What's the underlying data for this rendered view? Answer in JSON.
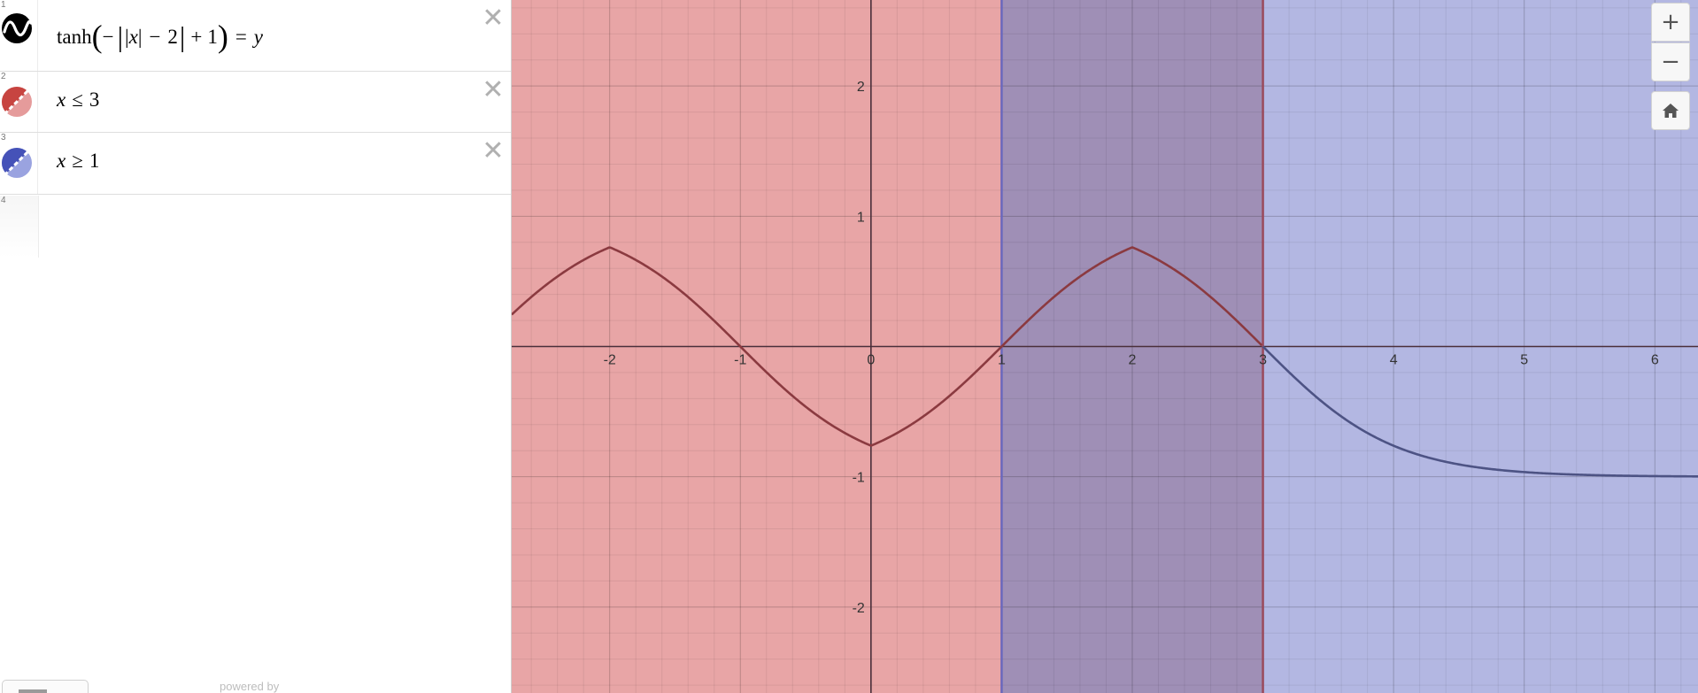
{
  "expressions": [
    {
      "index": "1",
      "latex_parts": [
        "tanh",
        "(",
        "−",
        "|",
        "|",
        "x",
        "|",
        "−",
        "2",
        "|",
        "+",
        "1",
        ")",
        "=",
        "y"
      ],
      "icon": "wave-graph-icon",
      "color": "#000000"
    },
    {
      "index": "2",
      "latex_parts": [
        "x",
        "≤",
        "3"
      ],
      "icon": "inequality-dashed-icon",
      "color": "#c74440"
    },
    {
      "index": "3",
      "latex_parts": [
        "x",
        "≥",
        "1"
      ],
      "icon": "inequality-dashed-icon",
      "color": "#2d70b3"
    }
  ],
  "empty_row_index": "4",
  "delete_symbol": "✕",
  "footer": {
    "powered_by": "powered by"
  },
  "controls": {
    "zoom_in": "+",
    "zoom_out": "−",
    "home_icon": "home-icon"
  },
  "colors": {
    "red_region": "#e8a5a6",
    "blue_region": "#b3b7e2",
    "overlap_region": "#9f8fb6",
    "curve_red": "#8b3a40",
    "curve_blue": "#4d5384",
    "boundary_blue": "#6a68bd",
    "boundary_red": "#9a4a5c"
  },
  "chart_data": {
    "type": "line",
    "function": "y = tanh(-| |x| - 2 | + 1)",
    "regions": [
      {
        "inequality": "x ≤ 3",
        "color": "#c74440"
      },
      {
        "inequality": "x ≥ 1",
        "color": "#2d70b3"
      }
    ],
    "xlim": [
      -2.75,
      6.33
    ],
    "ylim": [
      -2.66,
      2.66
    ],
    "x_ticks": [
      -2,
      -1,
      0,
      1,
      2,
      3,
      4,
      5,
      6
    ],
    "x_tick_labels": [
      "-2",
      "-1",
      "0",
      "1",
      "2",
      "3",
      "4",
      "5",
      "6"
    ],
    "y_ticks": [
      -2,
      -1,
      1,
      2
    ],
    "y_tick_labels": [
      "-2",
      "-1",
      "1",
      "2"
    ],
    "grid": true,
    "minor_grid_divisions": 5
  }
}
